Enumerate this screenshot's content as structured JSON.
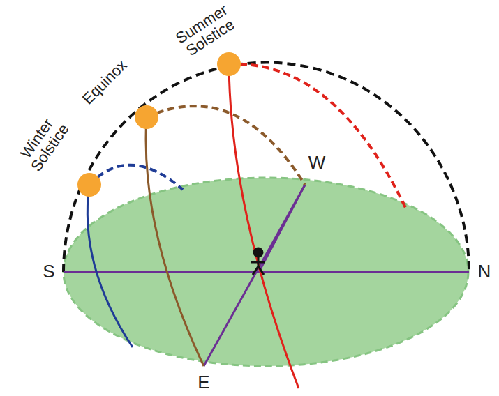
{
  "diagram": {
    "labels": [
      "Winter Solstice",
      "Equinox",
      "Summer Solstice",
      "S",
      "N",
      "W",
      "E"
    ]
  }
}
